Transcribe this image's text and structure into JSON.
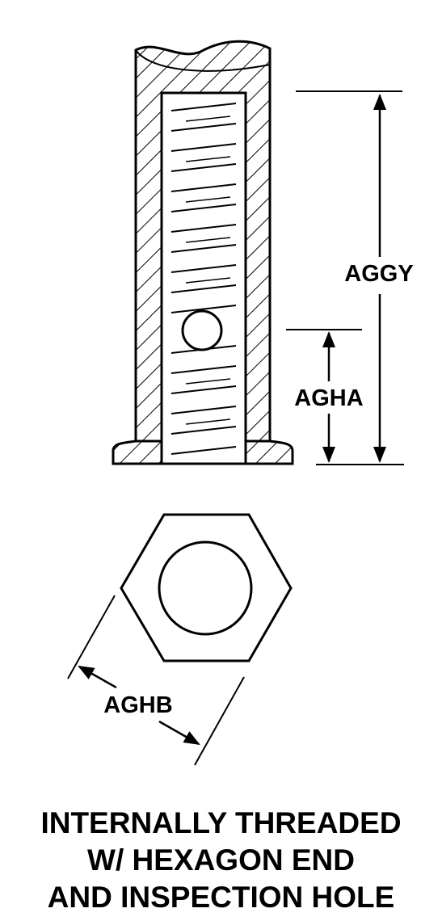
{
  "dimensions": {
    "aggy": "AGGY",
    "agha": "AGHA",
    "aghb": "AGHB"
  },
  "caption": {
    "line1": "INTERNALLY THREADED",
    "line2": "W/ HEXAGON END",
    "line3": "AND INSPECTION HOLE"
  },
  "colors": {
    "ink": "#000000",
    "paper": "#ffffff"
  }
}
